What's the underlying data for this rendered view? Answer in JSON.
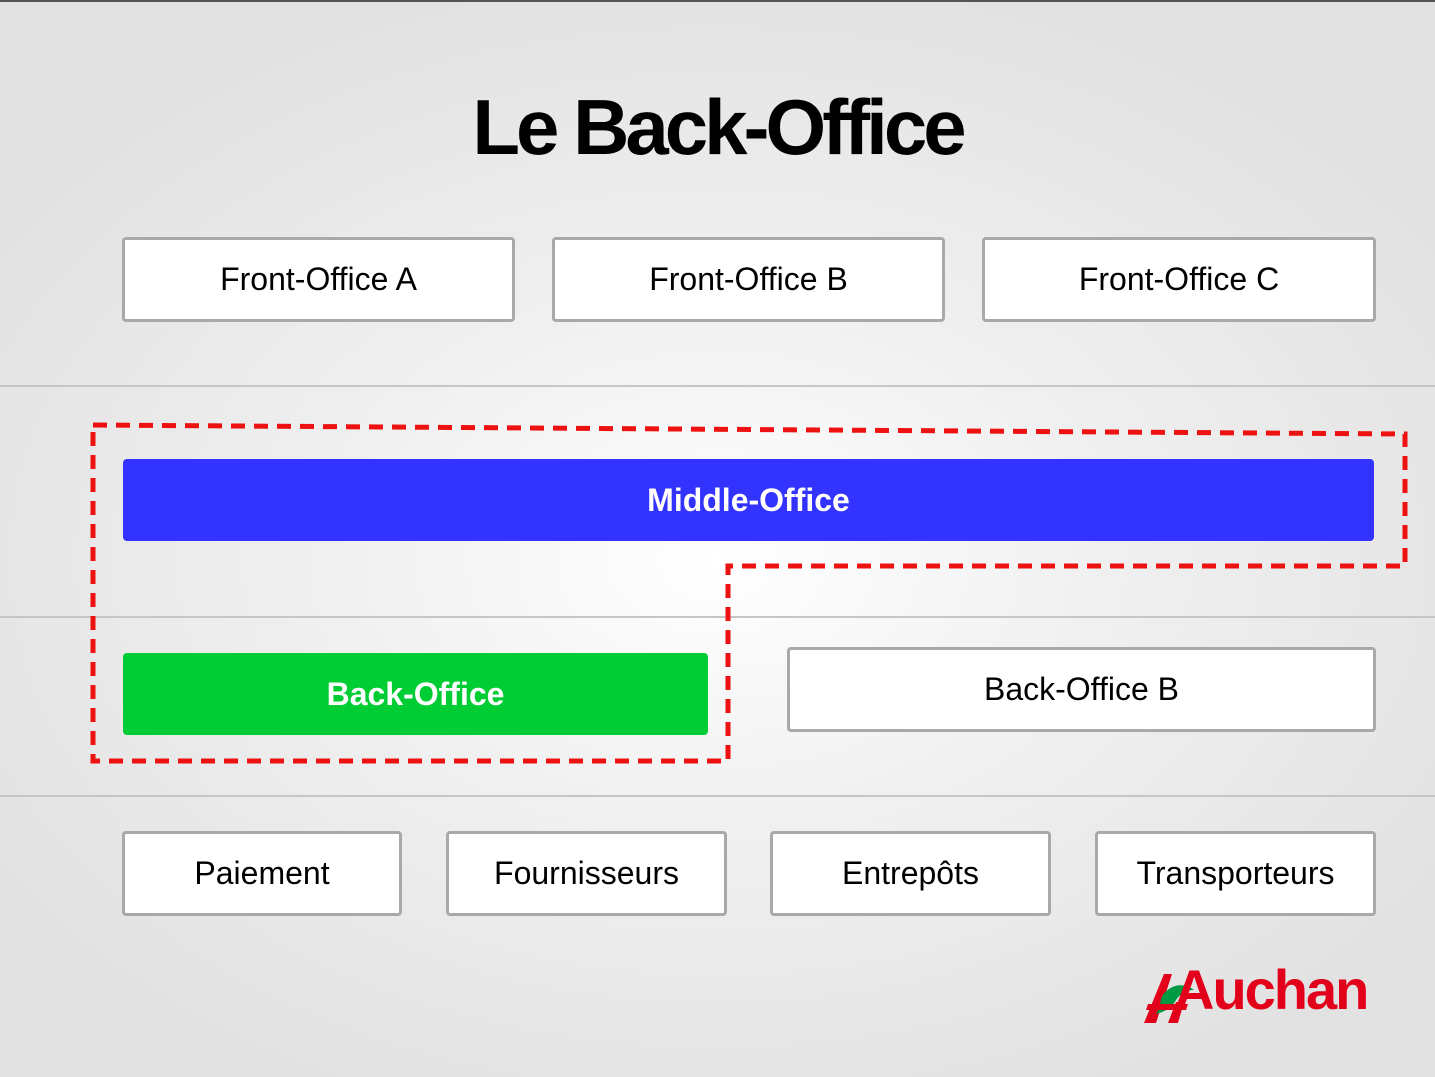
{
  "slide": {
    "title": "Le Back-Office"
  },
  "front_offices": [
    "Front-Office A",
    "Front-Office B",
    "Front-Office C"
  ],
  "middle_office": {
    "label": "Middle-Office",
    "color": "#3333ff"
  },
  "back_offices": {
    "highlighted": {
      "label": "Back-Office",
      "color": "#00cc33"
    },
    "other": {
      "label": "Back-Office B"
    }
  },
  "partners": [
    "Paiement",
    "Fournisseurs",
    "Entrepôts",
    "Transporteurs"
  ],
  "highlight_outline": {
    "color": "#ee1111",
    "style": "dashed"
  },
  "logo": {
    "text": "Auchan",
    "color": "#e2001a",
    "bird_color": "#009a44"
  }
}
